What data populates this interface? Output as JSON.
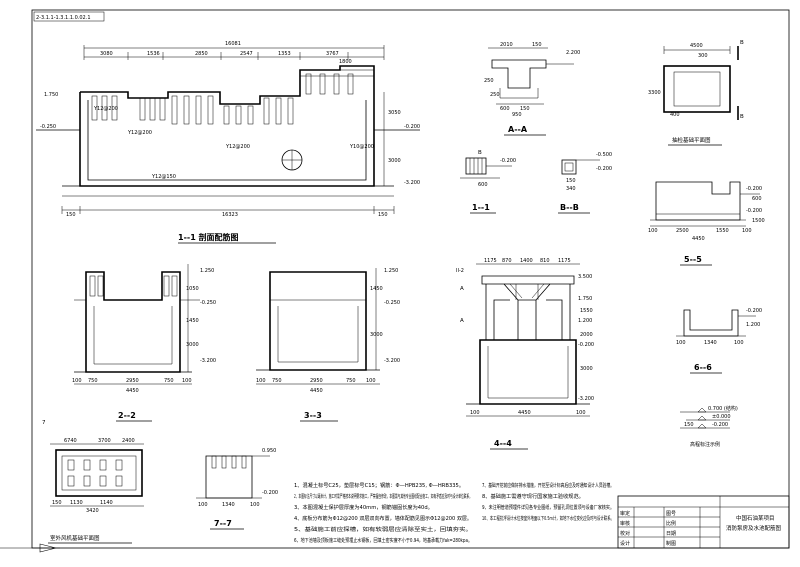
{
  "sheet_id": "2-3.1.1-1.3.1.1.0.02.1",
  "views": {
    "sec_1_1": {
      "title": "1--1 剖面配筋图",
      "dims_top": [
        "16081",
        "3080",
        "1536",
        "2850",
        "2547",
        "1353",
        "3767",
        "1800"
      ],
      "dims_bottom": [
        "150",
        "16323",
        "150"
      ],
      "elev": [
        "1.750",
        "-0.250",
        "-0.200",
        "-3.200"
      ],
      "side_dims": [
        "3050",
        "3000"
      ],
      "rebar": [
        "Y12@200",
        "Y12@200",
        "Y12@150",
        "Y12@200",
        "Y10@200"
      ]
    },
    "sec_a_a": {
      "title": "A--A",
      "dims": [
        "2010",
        "150",
        "250",
        "600",
        "150",
        "250",
        "950"
      ],
      "elev": "2.200"
    },
    "pump_plan": {
      "title": "抽检基础平面图",
      "dims": [
        "4500",
        "300",
        "3300",
        "400"
      ],
      "marks": [
        "B",
        "B"
      ]
    },
    "sec_1": {
      "title": "1--1",
      "dims": [
        "600"
      ],
      "elev": "-0.200",
      "mark": "B"
    },
    "sec_b_b": {
      "title": "B--B",
      "dims": [
        "150",
        "340"
      ],
      "elev": [
        "-0.500",
        "-0.200"
      ]
    },
    "sec_5_5": {
      "title": "5--5",
      "dims": [
        "100",
        "2500",
        "1550",
        "4450",
        "100"
      ],
      "elev": [
        "-0.200",
        "-0.200"
      ],
      "side": [
        "600",
        "1500"
      ]
    },
    "sec_2_2": {
      "title": "2--2",
      "dims": [
        "100",
        "750",
        "2950",
        "750",
        "100",
        "4450"
      ],
      "elev": [
        "1.250",
        "-0.250",
        "-3.200"
      ],
      "side": [
        "1050",
        "1450",
        "3000"
      ]
    },
    "sec_3_3": {
      "title": "3--3",
      "dims": [
        "100",
        "750",
        "2950",
        "750",
        "100",
        "4450"
      ],
      "elev": [
        "1.250",
        "-0.250",
        "-3.200"
      ],
      "side": [
        "1450",
        "3000"
      ]
    },
    "sec_4_4": {
      "title": "4--4",
      "dims_top": [
        "1175",
        "870",
        "1400",
        "810",
        "1175"
      ],
      "dims_bottom": [
        "100",
        "4450",
        "100"
      ],
      "elev": [
        "3.500",
        "1.750",
        "1.200",
        "-0.200",
        "-3.200"
      ],
      "side": [
        "1550",
        "2000",
        "3000"
      ],
      "marks": [
        "A",
        "A",
        "II-2"
      ]
    },
    "sec_6_6": {
      "title": "6--6",
      "dims": [
        "100",
        "1340",
        "100"
      ],
      "elev": [
        "-0.200",
        "1.200"
      ]
    },
    "elev_legend": {
      "title": "高程标注示例",
      "elev": [
        "0.700 (结构)",
        "±0.000",
        "-0.200"
      ],
      "note": "150"
    },
    "ramp_plan": {
      "title": "室外风机基础平面图",
      "dims_top": [
        "6740",
        "3700",
        "2400"
      ],
      "dims_bottom": [
        "150",
        "1130",
        "1140",
        "3420"
      ],
      "mark": "7"
    },
    "sec_7_7": {
      "title": "7--7",
      "dims": [
        "100",
        "1340",
        "100"
      ],
      "elev": [
        "0.950",
        "-0.200"
      ]
    }
  },
  "notes_left": [
    "1、混凝土标号C25，垫层标号C15；钢筋：Φ—HPB235, Φ—HRB335。",
    "2、本图标注尺寸以毫米计，施工时需严格按本说明要求施工，严禁擅自修改，本图需与其他专业图纸配合施工，如有矛盾应及时与设计单位联系。",
    "3、本图混凝土保护层厚度为40mm，钢筋锚固长度为40d。",
    "4、底板分布筋为Φ12@200 双层双向布置，墙体配筋见图示Φ12@200 双层。",
    "5、基础施工前应探槽，如有软弱层应清除至实土，回填夯实。",
    "6、地下池墙及顶板施工缝处预埋止水钢板，回填土密实度不小于0.94，地基承载力fak=280kpa。"
  ],
  "notes_right": [
    "7、基础开挖前应做好排水措施，开挖至设计标高后应及时通知设计人员验槽。",
    "8、基础施工需遵守现行国家施工验收规范。",
    "9、未注明管道预埋件详见各专业图纸，预留孔洞位置须与设备厂家核实。",
    "10、本工程抗浮设计水位按室外地面以下0.5m计，如地下水位变化应及时与设计联系。"
  ],
  "title_block": {
    "project": "中国石油某项目",
    "drawing": "消防泵房及水池配筋图",
    "rows": [
      "审定",
      "审核",
      "校对",
      "设计",
      "制图"
    ],
    "cols": [
      "图号",
      "比例",
      "日期"
    ]
  }
}
